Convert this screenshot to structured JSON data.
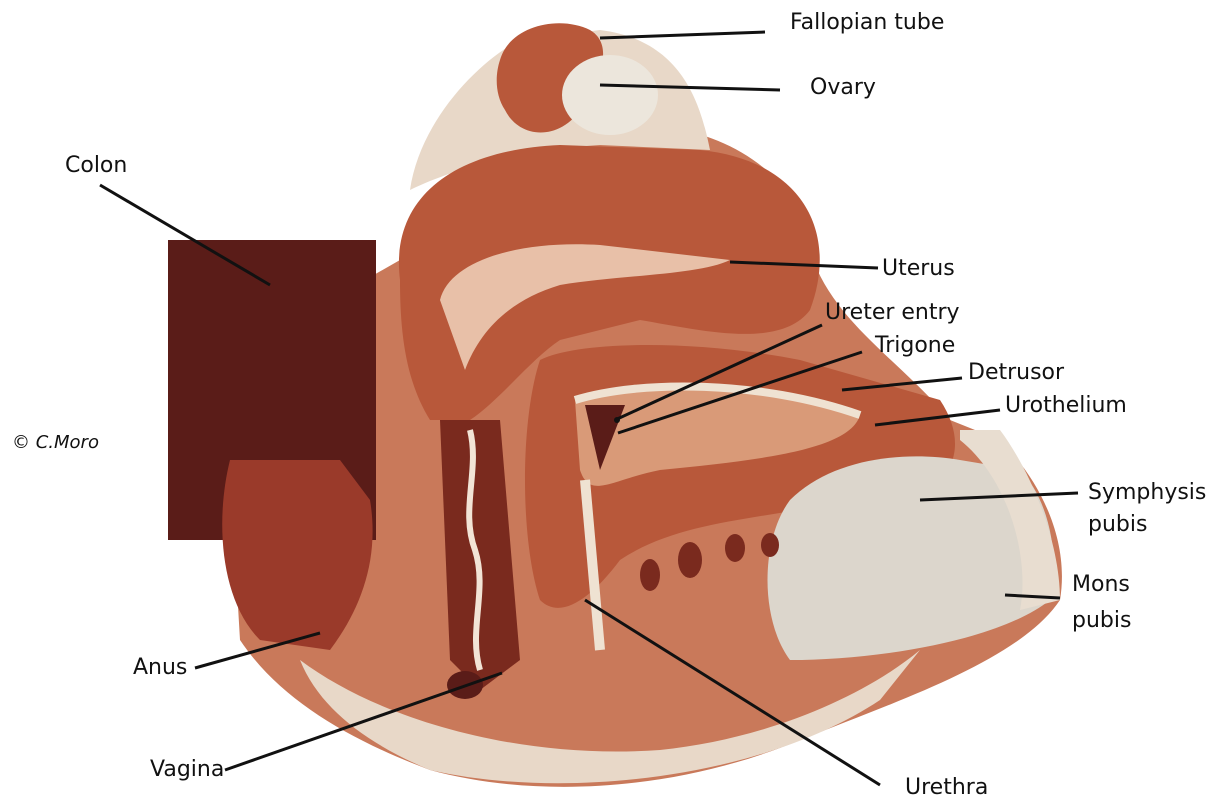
{
  "copyright": "© C.Moro",
  "labels": {
    "fallopian_tube": "Fallopian tube",
    "ovary": "Ovary",
    "colon": "Colon",
    "uterus": "Uterus",
    "ureter_entry": "Ureter entry",
    "trigone": "Trigone",
    "detrusor": "Detrusor",
    "urothelium": "Urothelium",
    "symphysis_line1": "Symphysis",
    "symphysis_line2": "pubis",
    "mons_line1": "Mons",
    "mons_line2": "pubis",
    "anus": "Anus",
    "vagina": "Vagina",
    "urethra": "Urethra"
  },
  "colors": {
    "muscle": "#b8583a",
    "muscle_dark": "#7a2a1e",
    "colon": "#5a1c18",
    "pale": "#e8d8c8",
    "bone": "#dcd6cc",
    "leader": "#111111"
  }
}
